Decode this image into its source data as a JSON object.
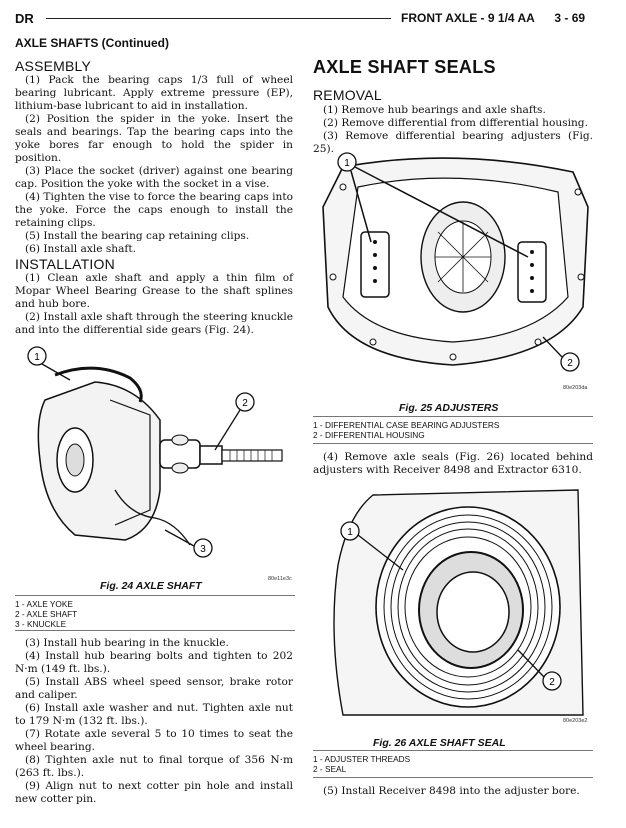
{
  "header": {
    "left": "DR",
    "right": "FRONT AXLE - 9 1/4 AA      3 - 69"
  },
  "left_column": {
    "section_title": "AXLE SHAFTS (Continued)",
    "assembly": {
      "heading": "ASSEMBLY",
      "steps": [
        "(1) Pack the bearing caps 1/3 full of wheel bearing lubricant. Apply extreme pressure (EP), lithium-base lubricant to aid in installation.",
        "(2) Position the spider in the yoke. Insert the seals and bearings. Tap the bearing caps into the yoke bores far enough to hold the spider in position.",
        "(3) Place the socket (driver) against one bearing cap. Position the yoke with the socket in a vise.",
        "(4) Tighten the vise to force the bearing caps into the yoke. Force the caps enough to install the retaining clips.",
        "(5) Install the bearing cap retaining clips.",
        "(6) Install axle shaft."
      ]
    },
    "installation": {
      "heading": "INSTALLATION",
      "steps": [
        "(1) Clean axle shaft and apply a thin film of Mopar Wheel Bearing Grease to the shaft splines and hub bore.",
        "(2) Install axle shaft through the steering knuckle and into the differential side gears (Fig. 24)."
      ]
    },
    "figure": {
      "callouts": [
        "1",
        "2",
        "3"
      ],
      "code": "80e11e3c",
      "caption": "Fig. 24 AXLE SHAFT",
      "legend": [
        "1 - AXLE YOKE",
        "2 - AXLE SHAFT",
        "3 - KNUCKLE"
      ]
    },
    "steps_continued": [
      "(3) Install hub bearing in the knuckle.",
      "(4) Install hub bearing bolts and tighten to 202 N·m (149 ft. lbs.).",
      "(5) Install ABS wheel speed sensor, brake rotor and caliper.",
      "(6) Install axle washer and nut. Tighten axle nut to 179 N·m (132 ft. lbs.).",
      "(7) Rotate axle several 5 to 10 times to seat the wheel bearing.",
      "(8) Tighten axle nut to final torque of 356 N·m (263 ft. lbs.).",
      "(9) Align nut to next cotter pin hole and install new cotter pin."
    ]
  },
  "right_column": {
    "title": "AXLE SHAFT SEALS",
    "removal": {
      "heading": "REMOVAL",
      "steps": [
        "(1) Remove hub bearings and axle shafts.",
        "(2) Remove differential from differential housing.",
        "(3) Remove differential bearing adjusters (Fig. 25)."
      ]
    },
    "figure25": {
      "callouts": [
        "1",
        "2"
      ],
      "code": "80e203da",
      "caption": "Fig. 25 ADJUSTERS",
      "legend": [
        "1 - DIFFERENTIAL CASE BEARING ADJUSTERS",
        "2 - DIFFERENTIAL HOUSING"
      ]
    },
    "step4": "(4) Remove axle seals (Fig. 26) located behind adjusters with Receiver 8498 and Extractor 6310.",
    "figure26": {
      "callouts": [
        "1",
        "2"
      ],
      "code": "80e203e2",
      "caption": "Fig. 26 AXLE SHAFT SEAL",
      "legend": [
        "1 - ADJUSTER THREADS",
        "2 - SEAL"
      ]
    },
    "step5": "(5) Install Receiver 8498 into the adjuster bore."
  }
}
